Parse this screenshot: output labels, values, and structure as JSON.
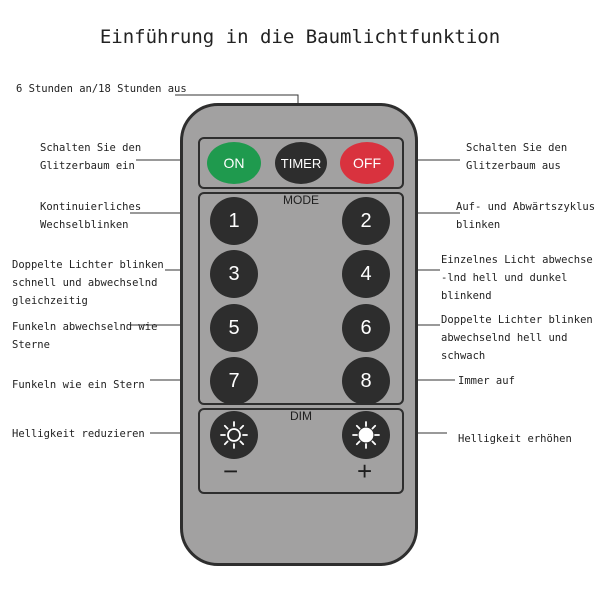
{
  "title": "Einführung in die Baumlichtfunktion",
  "remote": {
    "on_label": "ON",
    "timer_label": "TIMER",
    "off_label": "OFF",
    "mode_label": "MODE",
    "dim_label": "DIM",
    "minus_label": "−",
    "plus_label": "+",
    "modes": [
      "1",
      "2",
      "3",
      "4",
      "5",
      "6",
      "7",
      "8"
    ],
    "colors": {
      "on": "#1f9a4e",
      "off": "#d9323e",
      "button": "#2d2d2d",
      "body": "#a2a1a1"
    }
  },
  "annotations": {
    "timer": "6 Stunden an/18 Stunden aus",
    "on": [
      "Schalten Sie den",
      "Glitzerbaum ein"
    ],
    "off": [
      "Schalten Sie den",
      "Glitzerbaum aus"
    ],
    "m1": [
      "Kontinuierliches",
      "Wechselblinken"
    ],
    "m2": [
      "Auf- und Abwärtszyklus",
      "blinken"
    ],
    "m3": [
      "Doppelte Lichter blinken",
      "schnell und abwechselnd",
      "gleichzeitig"
    ],
    "m4": [
      "Einzelnes Licht abwechse",
      "-lnd hell und dunkel",
      "blinkend"
    ],
    "m5": [
      "Funkeln abwechselnd wie",
      "Sterne"
    ],
    "m6": [
      "Doppelte Lichter blinken",
      "abwechselnd hell und",
      "schwach"
    ],
    "m7": "Funkeln wie ein Stern",
    "m8": "Immer auf",
    "dim_down": "Helligkeit reduzieren",
    "dim_up": "Helligkeit erhöhen"
  }
}
